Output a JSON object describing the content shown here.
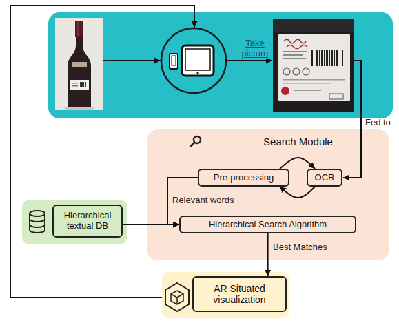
{
  "diagram": {
    "nodes": [
      {
        "text": [
          "Search Module"
        ]
      },
      {
        "text": [
          "Pre-processing"
        ],
        "in": 0
      },
      {
        "text": [
          "OCR"
        ],
        "in": 0
      },
      {
        "text": [
          "Hierarchical Search Algorithm"
        ],
        "in": 0
      },
      {
        "text": [
          "Hierarchical textual DB"
        ]
      },
      {
        "text": [
          "AR Situated visualization"
        ]
      }
    ],
    "edges": [
      {
        "from": 1,
        "to": 2,
        "arrow": "to"
      },
      {
        "from": 2,
        "to": 1,
        "arrow": "to"
      },
      {
        "from": 1,
        "to": 3,
        "label": "Relevant words",
        "arrow": "to"
      },
      {
        "from": 4,
        "to": 3,
        "arrow": "to"
      },
      {
        "from": 3,
        "to": 5,
        "label": "Best Matches",
        "arrow": "to"
      }
    ],
    "labels": [
      "Take picture",
      "Fed to"
    ]
  }
}
